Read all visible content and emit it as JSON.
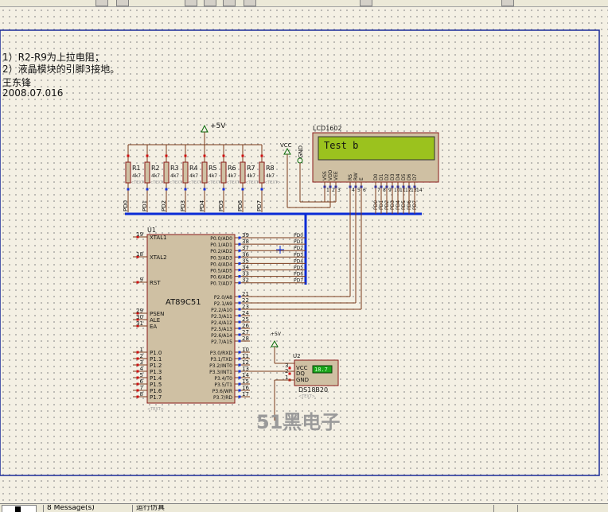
{
  "notes": {
    "line1": "1）R2-R9为上拉电阻；",
    "line2": "2）液晶模块的引脚3接地。",
    "author": "王东锋",
    "date": "2008.07.016"
  },
  "resistors": [
    "R1",
    "R2",
    "R3",
    "R4",
    "R5",
    "R6",
    "R7",
    "R8"
  ],
  "resistor_value": "4k7",
  "text_tag": "<TEXT>",
  "bus_nets": [
    "PD0",
    "PD1",
    "PD2",
    "PD3",
    "PD4",
    "PD5",
    "PD6",
    "PD7"
  ],
  "power": {
    "plus5v": "+5V",
    "plus5v_small": "+5V",
    "vcc": "VCC",
    "gnd": "GND"
  },
  "lcd": {
    "ref": "LCD1602",
    "display_text": "Test b",
    "display_bg": "#9bc21e",
    "pin_labels": [
      "VSS",
      "VDD",
      "VEE",
      "RS",
      "RW",
      "E",
      "D0",
      "D1",
      "D2",
      "D3",
      "D4",
      "D5",
      "D6",
      "D7"
    ],
    "pin_numbers": [
      "1",
      "2",
      "3",
      "4",
      "5",
      "6",
      "7",
      "8",
      "9",
      "10",
      "11",
      "12",
      "13",
      "14"
    ]
  },
  "mcu": {
    "ref": "U1",
    "name": "AT89C51",
    "left_pins": [
      {
        "num": "19",
        "label": "XTAL1"
      },
      {
        "num": "18",
        "label": "XTAL2"
      },
      {
        "num": "9",
        "label": "RST"
      },
      {
        "num": "29",
        "label": "PSEN"
      },
      {
        "num": "30",
        "label": "ALE"
      },
      {
        "num": "31",
        "label": "EA"
      },
      {
        "num": "1",
        "label": "P1.0"
      },
      {
        "num": "2",
        "label": "P1.1"
      },
      {
        "num": "3",
        "label": "P1.2"
      },
      {
        "num": "4",
        "label": "P1.3"
      },
      {
        "num": "5",
        "label": "P1.4"
      },
      {
        "num": "6",
        "label": "P1.5"
      },
      {
        "num": "7",
        "label": "P1.6"
      },
      {
        "num": "8",
        "label": "P1.7"
      }
    ],
    "right_pins": [
      {
        "num": "39",
        "label": "P0.0/AD0",
        "net": "PD0"
      },
      {
        "num": "38",
        "label": "P0.1/AD1",
        "net": "PD1"
      },
      {
        "num": "37",
        "label": "P0.2/AD2",
        "net": "PD2"
      },
      {
        "num": "36",
        "label": "P0.3/AD3",
        "net": "PD3"
      },
      {
        "num": "35",
        "label": "P0.4/AD4",
        "net": "PD4"
      },
      {
        "num": "34",
        "label": "P0.5/AD5",
        "net": "PD5"
      },
      {
        "num": "33",
        "label": "P0.6/AD6",
        "net": "PD6"
      },
      {
        "num": "32",
        "label": "P0.7/AD7",
        "net": "PD7"
      },
      {
        "num": "21",
        "label": "P2.0/A8",
        "net": ""
      },
      {
        "num": "22",
        "label": "P2.1/A9",
        "net": ""
      },
      {
        "num": "23",
        "label": "P2.2/A10",
        "net": ""
      },
      {
        "num": "24",
        "label": "P2.3/A11",
        "net": ""
      },
      {
        "num": "25",
        "label": "P2.4/A12",
        "net": ""
      },
      {
        "num": "26",
        "label": "P2.5/A13",
        "net": ""
      },
      {
        "num": "27",
        "label": "P2.6/A14",
        "net": ""
      },
      {
        "num": "28",
        "label": "P2.7/A15",
        "net": ""
      },
      {
        "num": "10",
        "label": "P3.0/RXD",
        "net": ""
      },
      {
        "num": "11",
        "label": "P3.1/TXD",
        "net": ""
      },
      {
        "num": "12",
        "label": "P3.2/INT0",
        "net": ""
      },
      {
        "num": "13",
        "label": "P3.3/INT1",
        "net": ""
      },
      {
        "num": "14",
        "label": "P3.4/T0",
        "net": ""
      },
      {
        "num": "15",
        "label": "P3.5/T1",
        "net": ""
      },
      {
        "num": "16",
        "label": "P3.6/WR",
        "net": ""
      },
      {
        "num": "17",
        "label": "P3.7/RD",
        "net": ""
      }
    ]
  },
  "sensor": {
    "ref": "U2",
    "name": "DS18B20",
    "reading": "18.7",
    "pins": [
      {
        "num": "3",
        "label": "VCC"
      },
      {
        "num": "2",
        "label": "DQ"
      },
      {
        "num": "1",
        "label": "GND"
      }
    ]
  },
  "watermark": "51黑电子",
  "statusbar": {
    "messages": "8 Message(s)",
    "running": "运行仿真"
  },
  "colors": {
    "wire": "#7a3a1a",
    "bus": "#0a2bd6",
    "component_fill": "#cfc0a3",
    "component_border": "#8a1a1a",
    "sheet_border": "#1a2a9a",
    "pin_red": "#d01010",
    "pin_blue": "#1030e0"
  }
}
